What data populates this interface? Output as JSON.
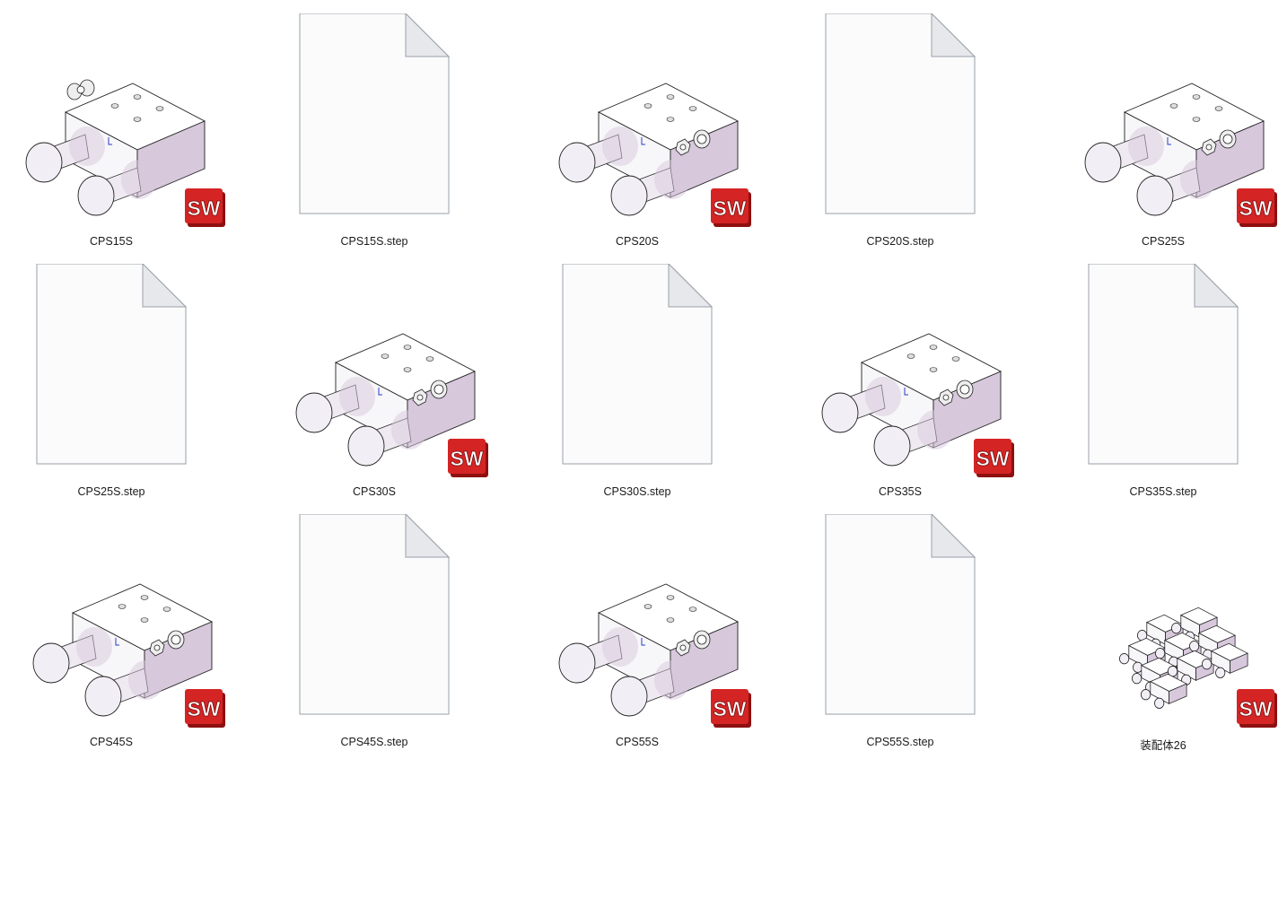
{
  "files": [
    {
      "name": "CPS15S",
      "kind": "part",
      "variant": "v15"
    },
    {
      "name": "CPS15S.step",
      "kind": "doc"
    },
    {
      "name": "CPS20S",
      "kind": "part",
      "variant": "v20"
    },
    {
      "name": "CPS20S.step",
      "kind": "doc"
    },
    {
      "name": "CPS25S",
      "kind": "part",
      "variant": "v25"
    },
    {
      "name": "CPS25S.step",
      "kind": "doc"
    },
    {
      "name": "CPS30S",
      "kind": "part",
      "variant": "v30"
    },
    {
      "name": "CPS30S.step",
      "kind": "doc"
    },
    {
      "name": "CPS35S",
      "kind": "part",
      "variant": "v35"
    },
    {
      "name": "CPS35S.step",
      "kind": "doc"
    },
    {
      "name": "CPS45S",
      "kind": "part",
      "variant": "v45"
    },
    {
      "name": "CPS45S.step",
      "kind": "doc"
    },
    {
      "name": "CPS55S",
      "kind": "part",
      "variant": "v55"
    },
    {
      "name": "CPS55S.step",
      "kind": "doc"
    },
    {
      "name": "装配体26",
      "kind": "assembly"
    }
  ],
  "badge": {
    "text": "SW",
    "color": "#d42424",
    "dark": "#8e1010"
  },
  "colors": {
    "face_top": "#ffffff",
    "face_front": "#f7f6f9",
    "face_side": "#d7c8dc",
    "doc_border": "#9aa0a8",
    "doc_fill": "#fbfbfc"
  }
}
